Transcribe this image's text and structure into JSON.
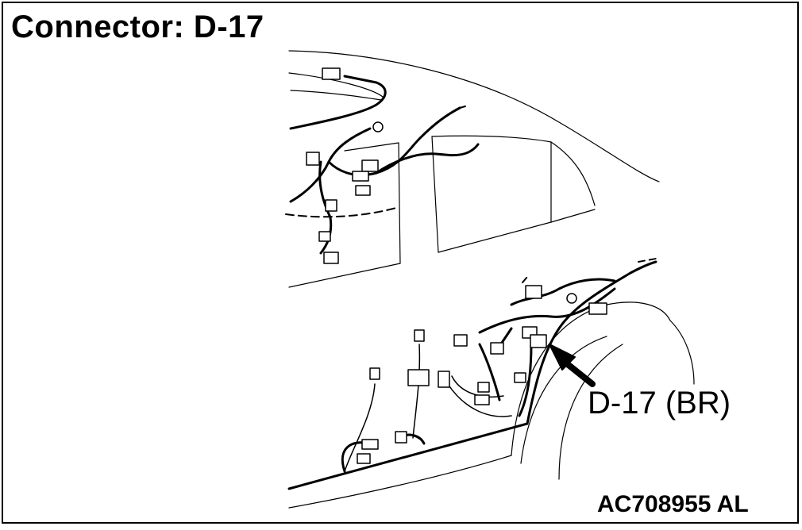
{
  "diagram": {
    "title": "Connector: D-17",
    "callout_label": "D-17 (BR)",
    "figure_code": "AC708955 AL"
  }
}
